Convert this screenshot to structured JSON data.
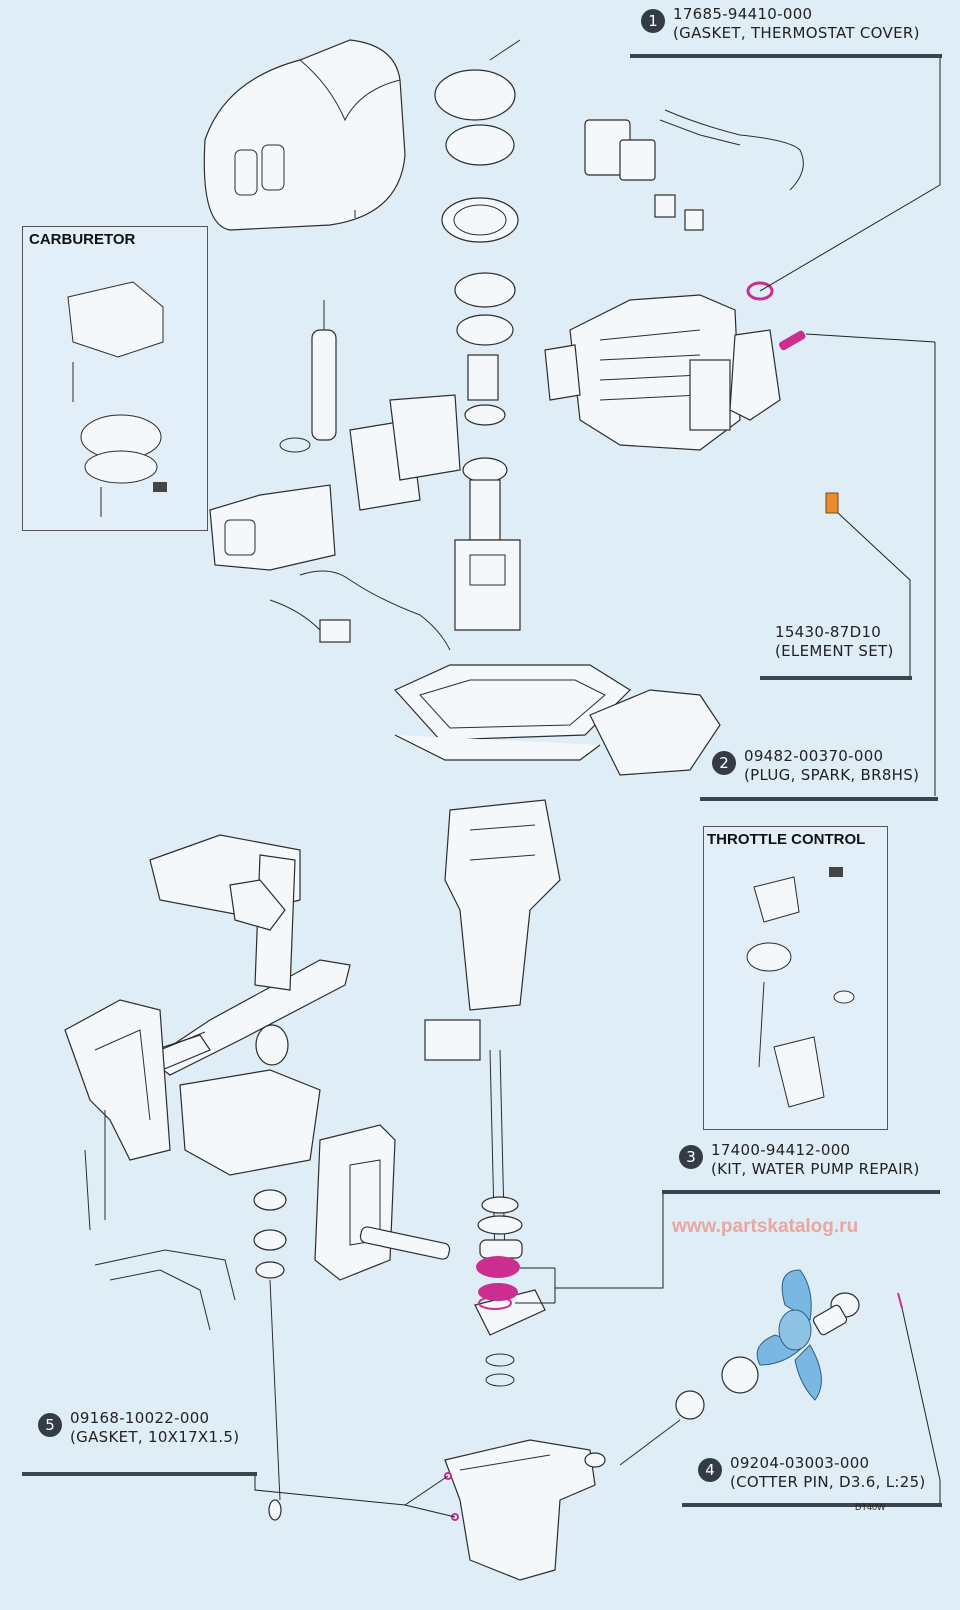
{
  "callouts": [
    {
      "num": "1",
      "part": "17685-94410-000",
      "desc": "(GASKET, THERMOSTAT COVER)"
    },
    {
      "num": "2",
      "part": "09482-00370-000",
      "desc": "(PLUG, SPARK, BR8HS)"
    },
    {
      "num": "3",
      "part": "17400-94412-000",
      "desc": "(KIT, WATER PUMP REPAIR)"
    },
    {
      "num": "4",
      "part": "09204-03003-000",
      "desc": "(COTTER PIN, D3.6, L:25)"
    },
    {
      "num": "5",
      "part": "09168-10022-000",
      "desc": "(GASKET, 10X17X1.5)"
    }
  ],
  "element_set": {
    "part": "15430-87D10",
    "desc": "(ELEMENT SET)"
  },
  "insets": {
    "carburetor": "CARBURETOR",
    "throttle": "THROTTLE CONTROL"
  },
  "watermark": "www.partskatalog.ru",
  "model_code": "DT40W",
  "colors": {
    "background": "#dfedf7",
    "highlight_magenta": "#cc2e8f",
    "highlight_orange": "#e98a2e",
    "propeller_blue": "#7ab8e2",
    "badge": "#333b44"
  }
}
